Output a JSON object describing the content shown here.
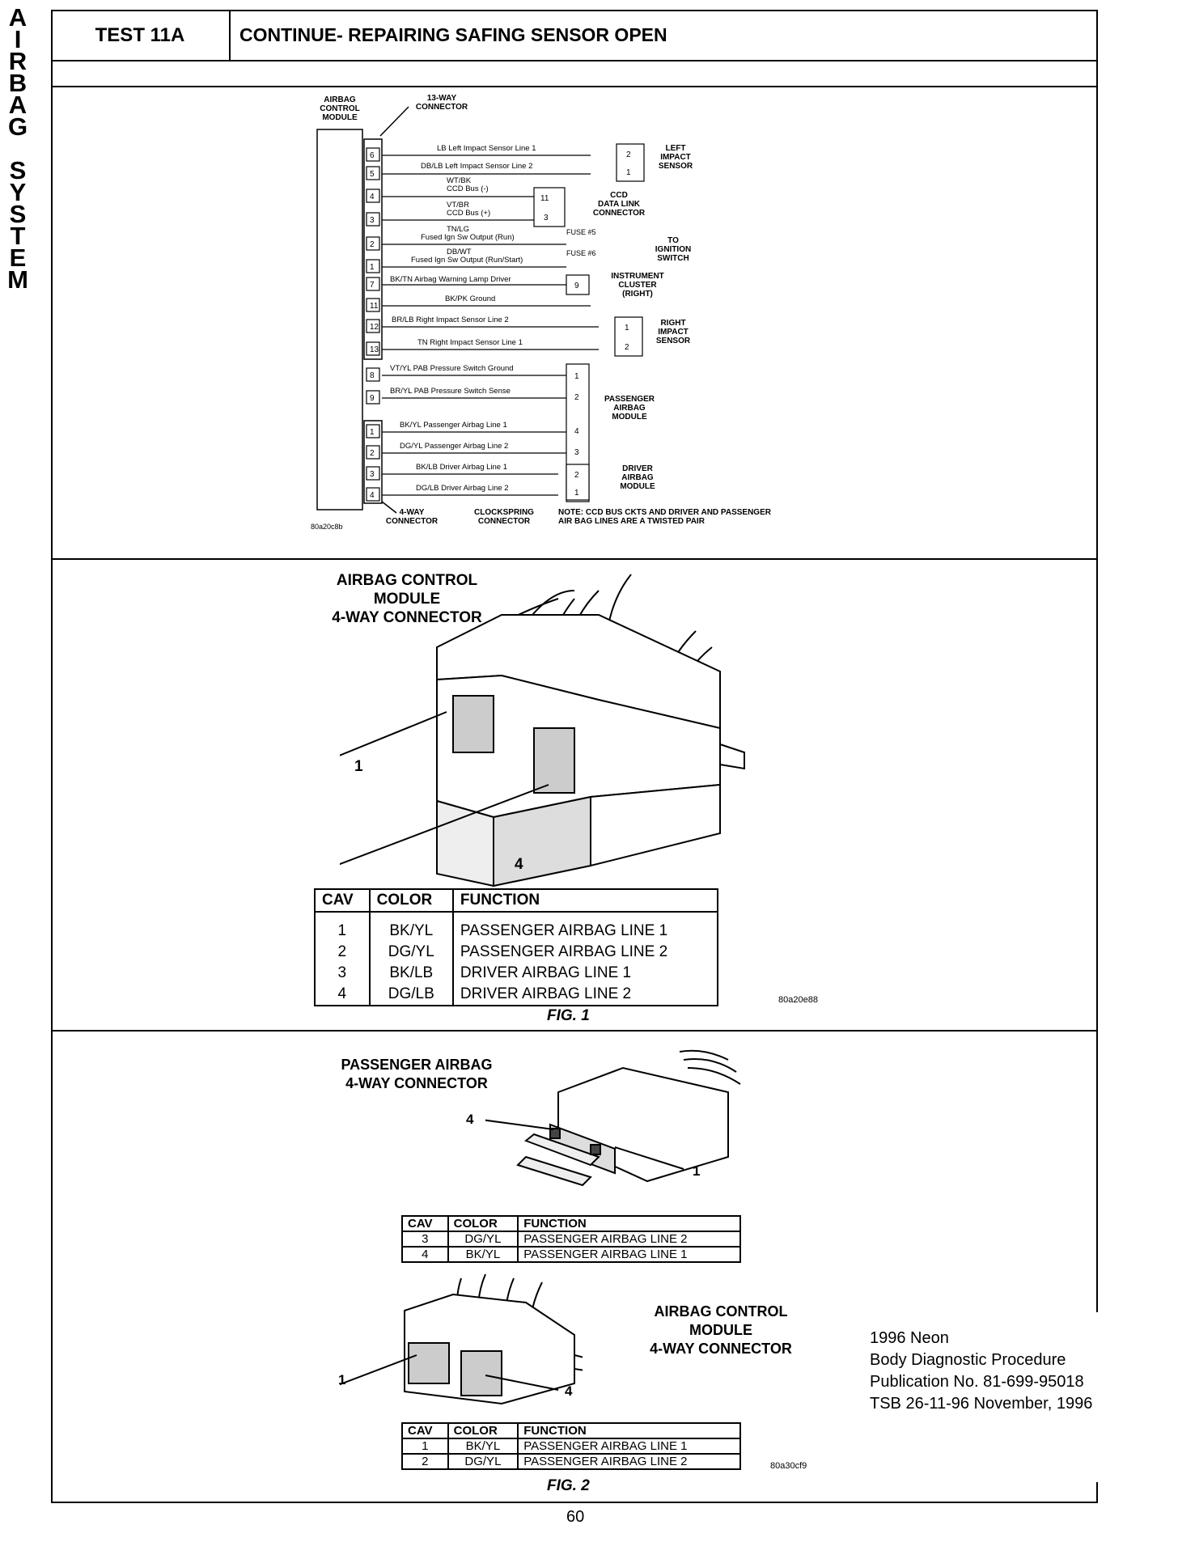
{
  "side_title": [
    "A",
    "I",
    "R",
    "B",
    "A",
    "G",
    "",
    "S",
    "Y",
    "S",
    "T",
    "E",
    "M"
  ],
  "header": {
    "test_id": "TEST 11A",
    "title": "CONTINUE- REPAIRING SAFING SENSOR OPEN"
  },
  "schematic": {
    "labels": {
      "acm": "AIRBAG\nCONTROL\nMODULE",
      "conn13": "13-WAY\nCONNECTOR",
      "left_sensor": "LEFT\nIMPACT\nSENSOR",
      "ccd": "CCD\nDATA LINK\nCONNECTOR",
      "ignition": "TO\nIGNITION\nSWITCH",
      "cluster": "INSTRUMENT\nCLUSTER\n(RIGHT)",
      "right_sensor": "RIGHT\nIMPACT\nSENSOR",
      "pab": "PASSENGER\nAIRBAG\nMODULE",
      "driver": "DRIVER\nAIRBAG\nMODULE",
      "conn4": "4-WAY\nCONNECTOR",
      "clockspring": "CLOCKSPRING\nCONNECTOR",
      "note": "NOTE: CCD BUS CKTS AND DRIVER AND PASSENGER\nAIR BAG LINES ARE A TWISTED PAIR",
      "image_code": "80a20c8b",
      "fuse5": "FUSE #5",
      "fuse6": "FUSE #6"
    },
    "pins13": [
      "6",
      "5",
      "4",
      "3",
      "2",
      "1",
      "7",
      "11",
      "12",
      "13",
      "8",
      "9"
    ],
    "pins4": [
      "1",
      "2",
      "3",
      "4"
    ],
    "wires": [
      "LB  Left Impact Sensor Line 1",
      "DB/LB  Left Impact Sensor Line 2",
      "WT/BK",
      "CCD Bus (-)",
      "VT/BR",
      "CCD Bus (+)",
      "TN/LG",
      "Fused Ign Sw Output (Run)",
      "DB/WT",
      "Fused Ign Sw Output (Run/Start)",
      "BK/TN  Airbag Warning Lamp Driver",
      "BK/PK  Ground",
      "BR/LB  Right Impact Sensor Line 2",
      "TN  Right Impact Sensor Line 1",
      "VT/YL  PAB Pressure Switch Ground",
      "BR/YL  PAB Pressure Switch Sense",
      "BK/YL  Passenger Airbag Line 1",
      "DG/YL  Passenger Airbag Line 2",
      "BK/LB  Driver Airbag Line 1",
      "DG/LB  Driver Airbag Line 2"
    ],
    "pins_dest": {
      "left": [
        "2",
        "1"
      ],
      "ccd": [
        "11",
        "3"
      ],
      "cluster": "9",
      "right": [
        "1",
        "2"
      ],
      "pab": [
        "1",
        "2",
        "4",
        "3"
      ],
      "driver": [
        "2",
        "1"
      ]
    }
  },
  "fig1": {
    "label": "AIRBAG CONTROL\nMODULE\n4-WAY CONNECTOR",
    "callout_1": "1",
    "callout_4": "4",
    "headers": [
      "CAV",
      "COLOR",
      "FUNCTION"
    ],
    "rows": [
      [
        "1",
        "BK/YL",
        "PASSENGER AIRBAG LINE 1"
      ],
      [
        "2",
        "DG/YL",
        "PASSENGER AIRBAG LINE 2"
      ],
      [
        "3",
        "BK/LB",
        "DRIVER AIRBAG LINE 1"
      ],
      [
        "4",
        "DG/LB",
        "DRIVER AIRBAG LINE 2"
      ]
    ],
    "image_code": "80a20e88",
    "caption": "FIG. 1"
  },
  "fig2": {
    "pab_label": "PASSENGER AIRBAG\n4-WAY CONNECTOR",
    "pab_callout_4": "4",
    "pab_callout_1": "1",
    "pab_headers": [
      "CAV",
      "COLOR",
      "FUNCTION"
    ],
    "pab_rows": [
      [
        "3",
        "DG/YL",
        "PASSENGER AIRBAG LINE 2"
      ],
      [
        "4",
        "BK/YL",
        "PASSENGER AIRBAG LINE 1"
      ]
    ],
    "acm_label": "AIRBAG CONTROL\nMODULE\n4-WAY CONNECTOR",
    "acm_callout_1": "1",
    "acm_callout_4": "4",
    "acm_headers": [
      "CAV",
      "COLOR",
      "FUNCTION"
    ],
    "acm_rows": [
      [
        "1",
        "BK/YL",
        "PASSENGER AIRBAG LINE 1"
      ],
      [
        "2",
        "DG/YL",
        "PASSENGER AIRBAG LINE 2"
      ]
    ],
    "image_code": "80a30cf9",
    "caption": "FIG. 2"
  },
  "footer": {
    "line1": "1996 Neon",
    "line2": "Body Diagnostic Procedure",
    "line3": "Publication No. 81-699-95018",
    "line4": "TSB 26-11-96   November, 1996"
  },
  "page_number": "60"
}
